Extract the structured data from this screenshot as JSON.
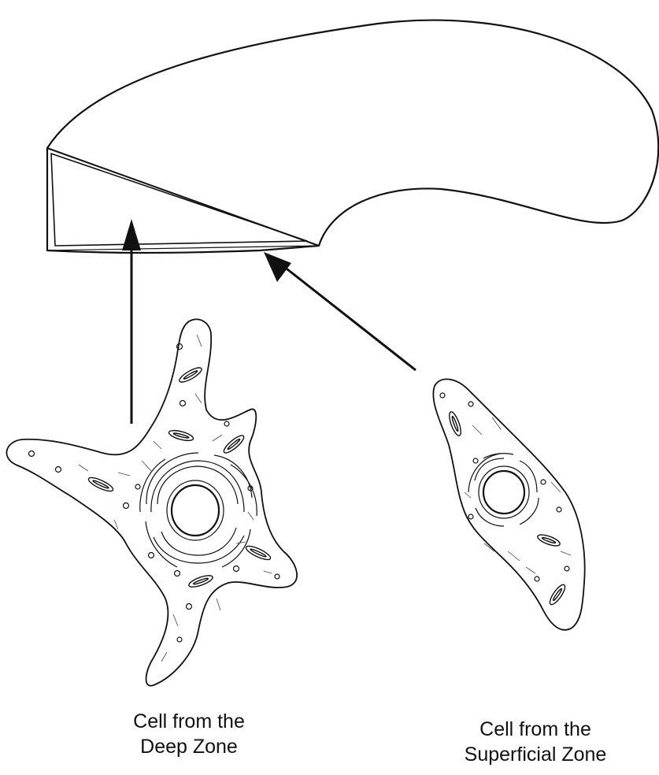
{
  "labels": {
    "deep": {
      "line1": "Cell from the",
      "line2": "Deep Zone"
    },
    "superficial": {
      "line1": "Cell from the",
      "line2": "Superficial Zone"
    }
  },
  "colors": {
    "stroke": "#111111",
    "background": "#ffffff"
  }
}
